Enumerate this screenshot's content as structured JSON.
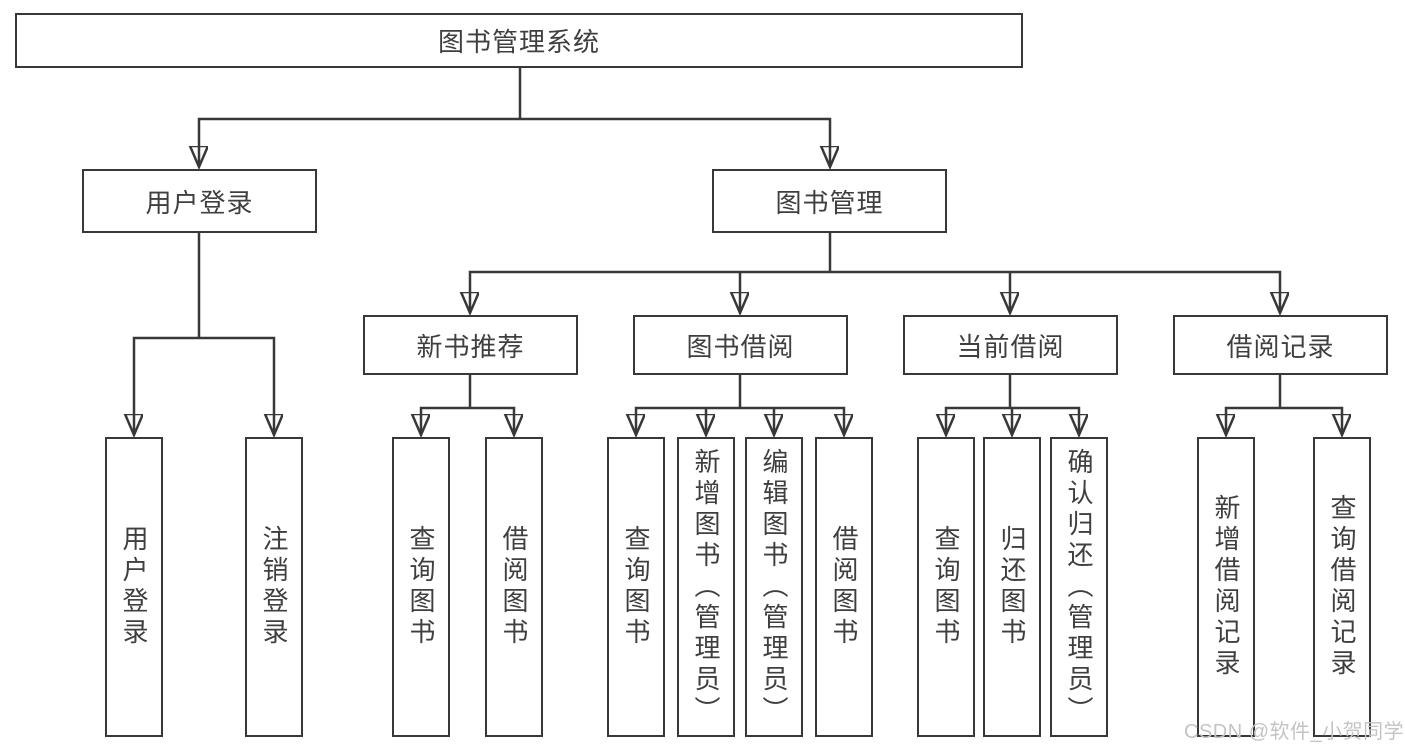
{
  "tree": {
    "root": "图书管理系统",
    "branches": [
      {
        "label": "用户登录",
        "children": [
          {
            "label": "用户登录"
          },
          {
            "label": "注销登录"
          }
        ]
      },
      {
        "label": "图书管理",
        "children": [
          {
            "label": "新书推荐",
            "children": [
              {
                "label": "查询图书"
              },
              {
                "label": "借阅图书"
              }
            ]
          },
          {
            "label": "图书借阅",
            "children": [
              {
                "label": "查询图书"
              },
              {
                "label": "新增图书（管理员）"
              },
              {
                "label": "编辑图书（管理员）"
              },
              {
                "label": "借阅图书"
              }
            ]
          },
          {
            "label": "当前借阅",
            "children": [
              {
                "label": "查询图书"
              },
              {
                "label": "归还图书"
              },
              {
                "label": "确认归还（管理员）"
              }
            ]
          },
          {
            "label": "借阅记录",
            "children": [
              {
                "label": "新增借阅记录"
              },
              {
                "label": "查询借阅记录"
              }
            ]
          }
        ]
      }
    ]
  },
  "watermark": {
    "text": "CSDN @软件_小贺同学"
  },
  "colors": {
    "line": "#383838",
    "text": "#3f3f3f",
    "watermark": "#c4c4c4",
    "background": "#ffffff"
  }
}
